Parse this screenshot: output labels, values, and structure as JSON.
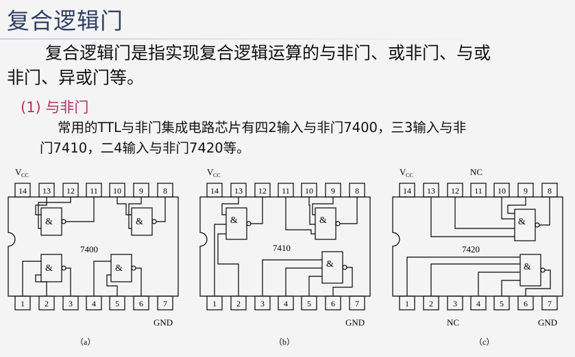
{
  "slide": {
    "title": "复合逻辑门",
    "paragraph_line1": "复合逻辑门是指实现复合逻辑运算的与非门、或非门、与或",
    "paragraph_line2": "非门、异或门等。",
    "subheading": "(1) 与非门",
    "desc_line1": "常用的TTL与非门集成电路芯片有四2输入与非门7400，三3输入与非",
    "desc_line2": "门7410，二4输入与非门7420等。"
  },
  "chips": [
    {
      "model": "7400",
      "caption": "（a）",
      "vcc_label": "V",
      "vcc_sub": "CC",
      "gnd_label": "GND",
      "top_pins": [
        "14",
        "13",
        "12",
        "11",
        "10",
        "9",
        "8"
      ],
      "bottom_pins": [
        "1",
        "2",
        "3",
        "4",
        "5",
        "6",
        "7"
      ],
      "gate_symbol": "&"
    },
    {
      "model": "7410",
      "caption": "（b）",
      "vcc_label": "V",
      "vcc_sub": "CC",
      "gnd_label": "GND",
      "top_pins": [
        "14",
        "13",
        "12",
        "11",
        "10",
        "9",
        "8"
      ],
      "bottom_pins": [
        "1",
        "2",
        "3",
        "4",
        "5",
        "6",
        "7"
      ],
      "gate_symbol": "&"
    },
    {
      "model": "7420",
      "caption": "（c）",
      "vcc_label": "V",
      "vcc_sub": "CC",
      "gnd_label": "GND",
      "nc_top": "NC",
      "nc_bottom": "NC",
      "top_pins": [
        "14",
        "13",
        "12",
        "11",
        "10",
        "9",
        "8"
      ],
      "bottom_pins": [
        "1",
        "2",
        "3",
        "4",
        "5",
        "6",
        "7"
      ],
      "gate_symbol": "&"
    }
  ]
}
